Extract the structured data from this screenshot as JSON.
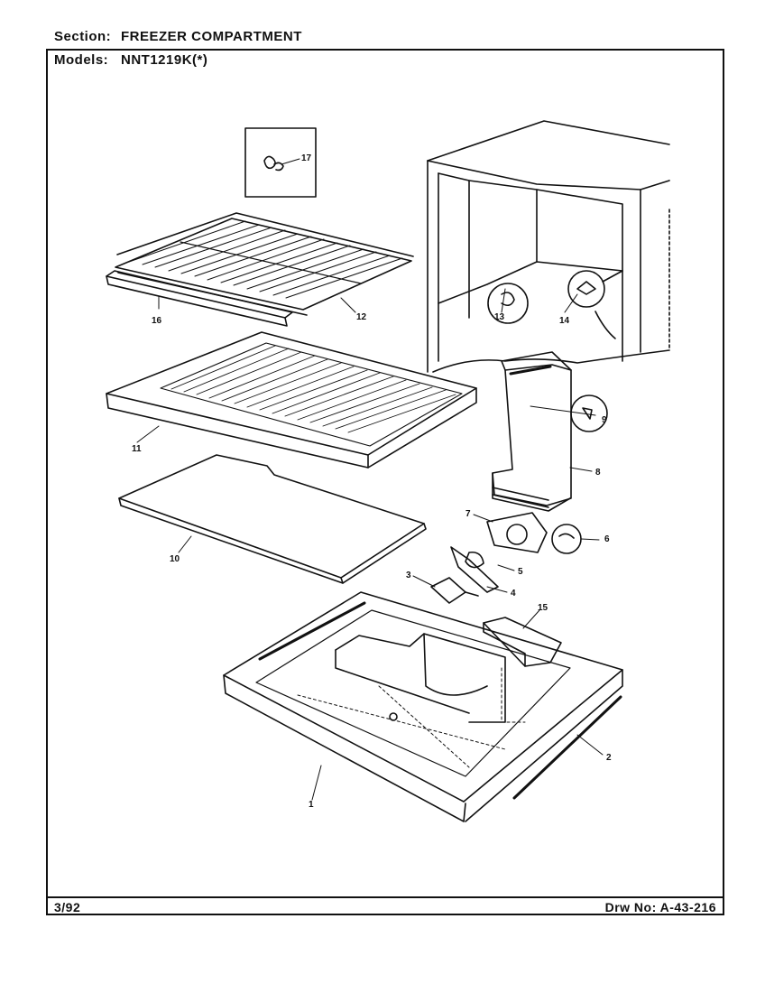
{
  "header": {
    "section_label": "Section:",
    "section_value": "FREEZER COMPARTMENT",
    "models_label": "Models:",
    "models_value": "NNT1219K(*)"
  },
  "footer": {
    "date_code": "3/92",
    "drawing_number": "Drw No: A-43-216"
  },
  "callouts": {
    "c1": "1",
    "c2": "2",
    "c3": "3",
    "c4": "4",
    "c5": "5",
    "c6": "6",
    "c7": "7",
    "c8": "8",
    "c9": "9",
    "c10": "10",
    "c11": "11",
    "c12": "12",
    "c13": "13",
    "c14": "14",
    "c15": "15",
    "c16": "16",
    "c17": "17"
  }
}
